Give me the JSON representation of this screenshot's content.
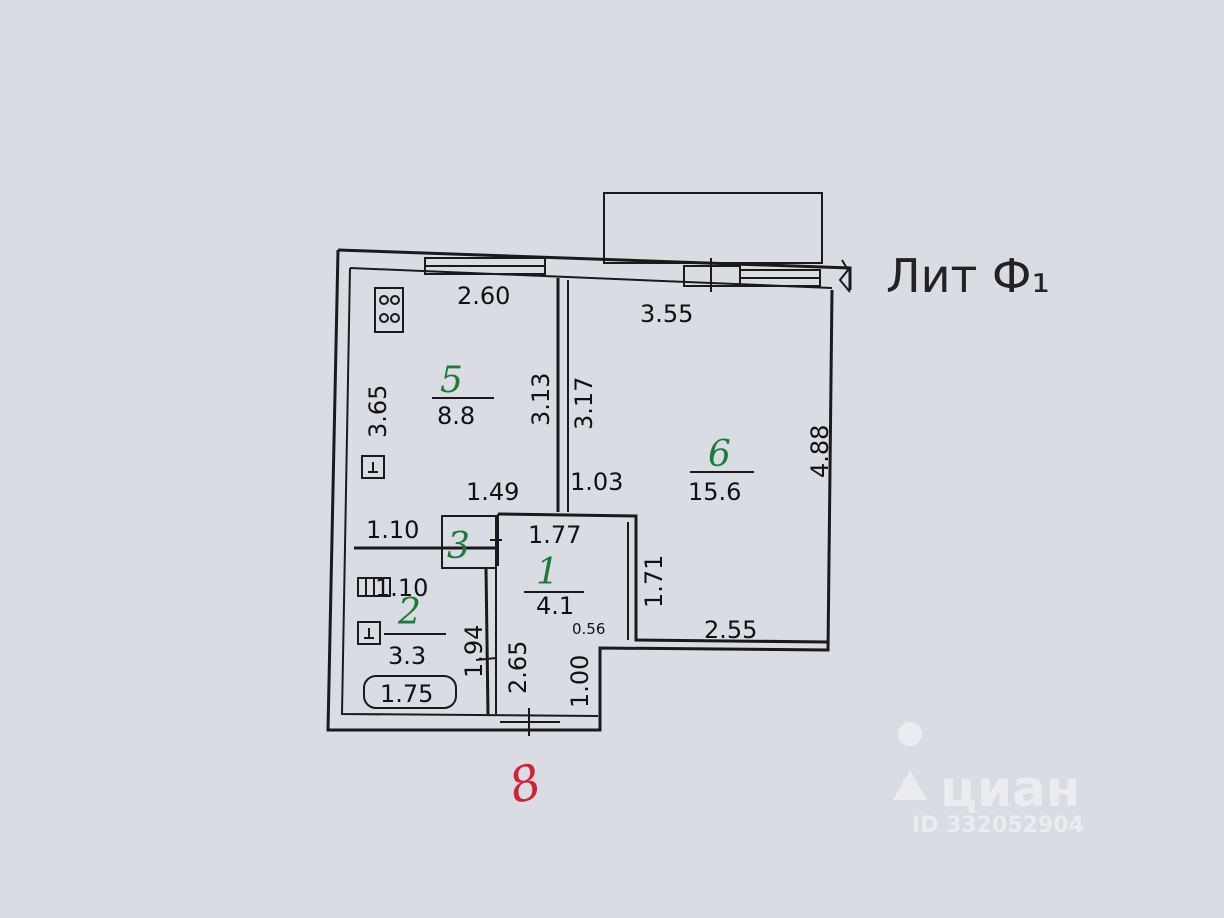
{
  "header": {
    "lit_label": "Лит Ф₁"
  },
  "entrance_mark": "8",
  "rooms": [
    {
      "number": "1",
      "area": "4.1"
    },
    {
      "number": "2",
      "area": "3.3"
    },
    {
      "number": "3",
      "area": ""
    },
    {
      "number": "5",
      "area": "8.8"
    },
    {
      "number": "6",
      "area": "15.6"
    }
  ],
  "dimensions": {
    "room5_width": "2.60",
    "room5_length": "3.65",
    "room5_partition": "3.13",
    "room6_partition": "3.17",
    "room6_width": "3.55",
    "room6_length": "4.88",
    "corridor_top_left": "1.49",
    "corridor_top_right": "1.03",
    "hall_top": "1.77",
    "hall_step": "1.71",
    "room6_bottom": "2.55",
    "hall_small": "0.56",
    "hall_length": "2.65",
    "entry_offset": "1.00",
    "closet_width": "1.10",
    "bath_width": "1.10",
    "bath_length": "1.94",
    "bathtub": "1.75"
  },
  "watermark": {
    "brand": "циан",
    "listing_id": "ID 332052904"
  },
  "colors": {
    "paper": "#d9dce3",
    "room_numbers": "#1f7a3a",
    "entrance_mark": "#d0233a",
    "lines": "#1a1a1a"
  }
}
